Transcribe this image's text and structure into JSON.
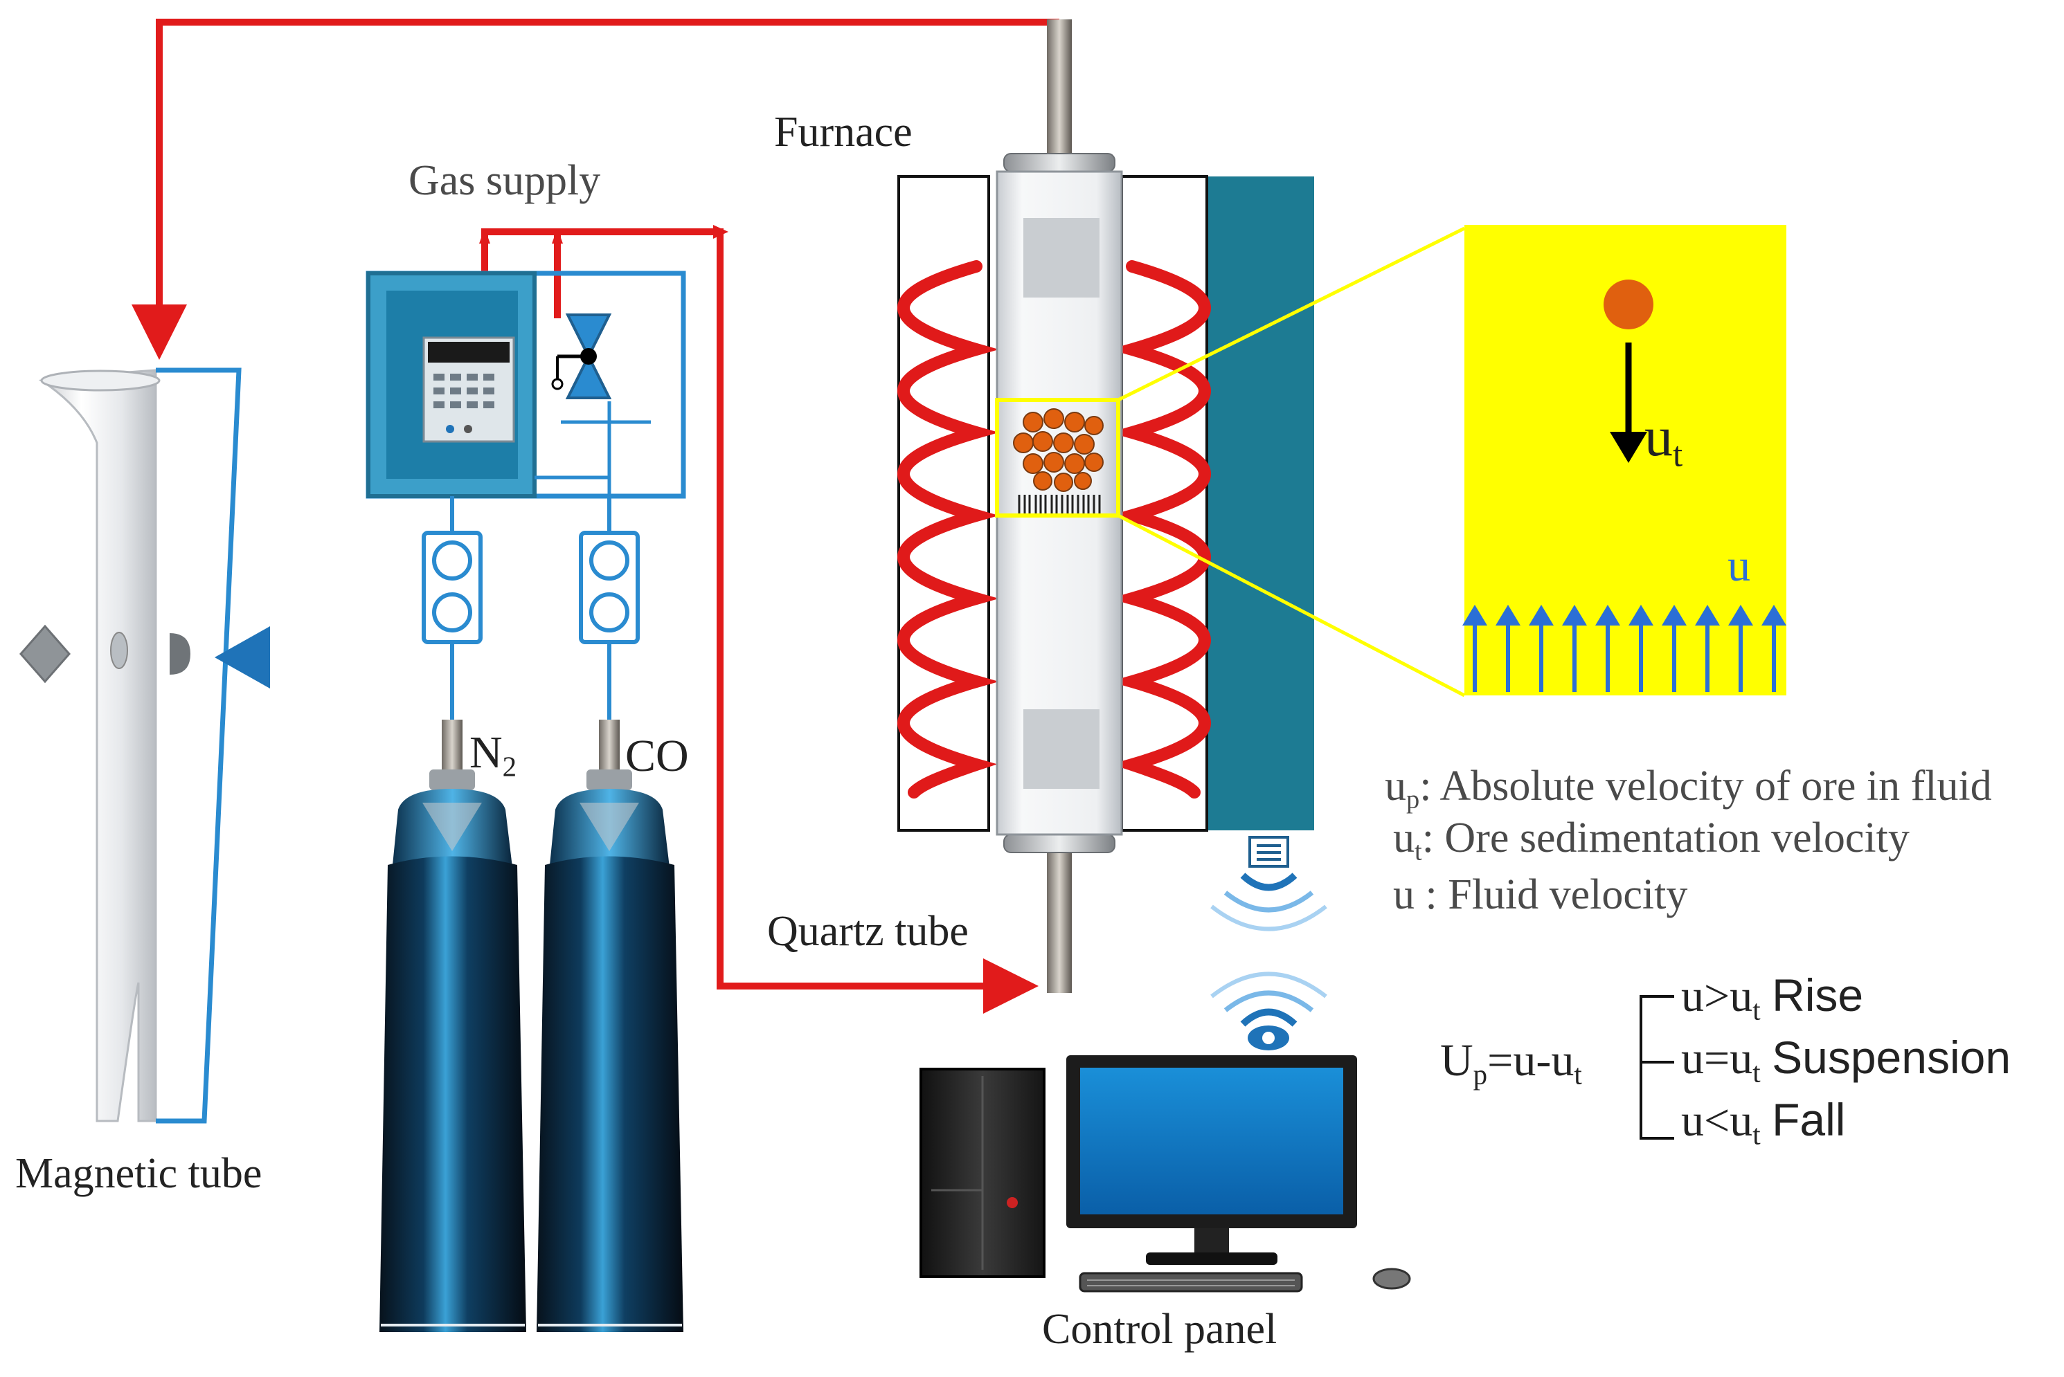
{
  "labels": {
    "furnace": "Furnace",
    "gas_supply": "Gas supply",
    "quartz_tube": "Quartz tube",
    "magnetic_tube": "Magnetic tube",
    "control_panel": "Control panel"
  },
  "gas_cylinders": [
    {
      "label_main": "N",
      "label_sub": "2"
    },
    {
      "label_main": "CO",
      "label_sub": ""
    }
  ],
  "inset": {
    "ut_label_main": "u",
    "ut_label_sub": "t",
    "fluid_label": "u"
  },
  "legend": [
    {
      "sym": "u",
      "sub": "p",
      "text": ": Absolute velocity of ore in fluid"
    },
    {
      "sym": "u",
      "sub": "t",
      "text": ": Ore sedimentation velocity"
    },
    {
      "sym": "u",
      "sub": "",
      "text": " : Fluid velocity"
    }
  ],
  "equation": {
    "lhs_main": "U",
    "lhs_sub": "p",
    "rhs_a": "=u-u",
    "rhs_sub": "t"
  },
  "cases": [
    {
      "cond_a": "u>u",
      "cond_sub": "t",
      "result": "Rise"
    },
    {
      "cond_a": "u=u",
      "cond_sub": "t",
      "result": "Suspension"
    },
    {
      "cond_a": "u<u",
      "cond_sub": "t",
      "result": "Fall"
    }
  ],
  "colors": {
    "gas_line": "#e11b1b",
    "heater_coil": "#e01a1a",
    "furnace_panel": "#1d7b93",
    "inset_background": "#ffff00",
    "particle": "#e0600f",
    "flow_arrows": "#2b6fd6",
    "frame_blue": "#2a8bd0",
    "cylinder": "#0f3f62"
  }
}
